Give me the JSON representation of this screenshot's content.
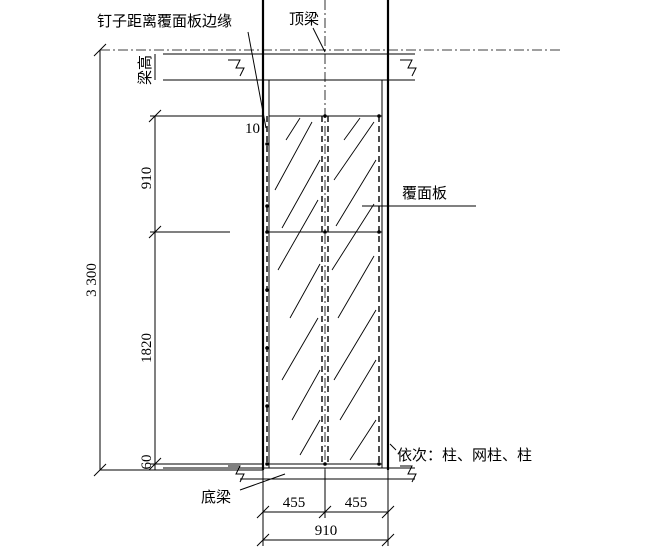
{
  "labels": {
    "nail_edge": "钉子距离覆面板边缘",
    "top_beam": "顶梁",
    "beam_height": "梁高",
    "cladding_board": "覆面板",
    "sequence": "依次：柱、网柱、柱",
    "bottom_beam": "底梁"
  },
  "dimensions": {
    "total_height": "3 300",
    "upper_panel": "910",
    "lower_panel": "1820",
    "bottom_gap": "60",
    "nail_offset": "10",
    "half_width_left": "455",
    "half_width_right": "455",
    "full_width": "910"
  }
}
